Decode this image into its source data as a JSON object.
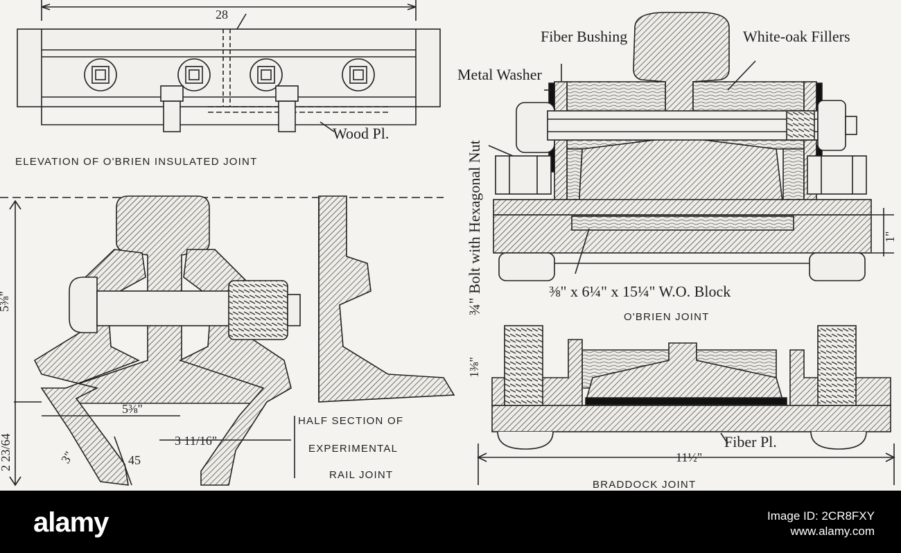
{
  "labels": {
    "top_dimension": "28",
    "wood_plate": "Wood Pl.",
    "elevation_caption": "ELEVATION OF O'BRIEN INSULATED JOINT",
    "fiber_bushing": "Fiber Bushing",
    "white_oak_fillers": "White-oak Fillers",
    "metal_washer": "Metal Washer",
    "bolt_label": "¾\" Bolt with Hexagonal Nut",
    "block_label": "⅜\" x 6¼\" x 15¼\" W.O. Block",
    "obrien_caption": "O'BRIEN JOINT",
    "dim_one": "1\"",
    "dim_5_3_8_vertical": "5⅜\"",
    "dim_2_23_64": "2 23/64",
    "dim_3": "3\"",
    "dim_5_3_8": "5⅜\"",
    "dim_3_11_16": "3 11/16\"",
    "dim_45": "45",
    "half_section_caption_1": "HALF SECTION OF",
    "half_section_caption_2": "EXPERIMENTAL",
    "half_section_caption_3": "RAIL JOINT",
    "dim_1_3_8": "1⅜\"",
    "fiber_plate": "Fiber Pl.",
    "dim_11_1_2": "11½\"",
    "braddock_caption": "BRADDOCK JOINT"
  },
  "footer": {
    "brand": "alamy",
    "image_id_line1": "Image ID: 2CR8FXY",
    "image_id_line2": "www.alamy.com"
  },
  "colors": {
    "ink": "#1d1d1d",
    "paper": "#f4f3ef",
    "footer": "#000000"
  }
}
